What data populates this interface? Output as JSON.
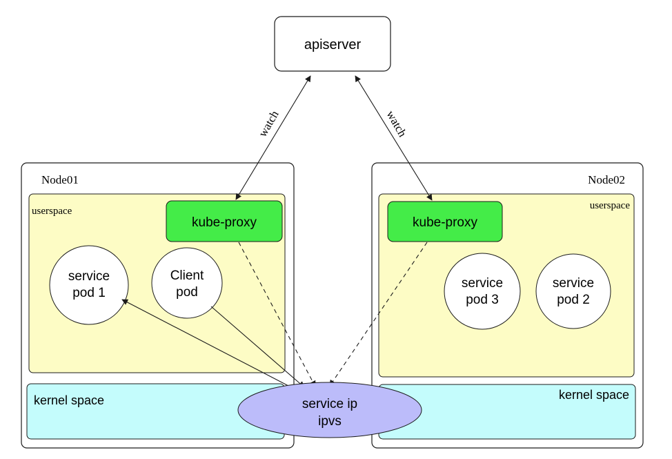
{
  "apiserver": {
    "label": "apiserver"
  },
  "watch_labels": {
    "left": "watch",
    "right": "watch"
  },
  "node01": {
    "title": "Node01",
    "userspace_label": "userspace",
    "kube_proxy_label": "kube-proxy",
    "pod1": {
      "line1": "service",
      "line2": "pod 1"
    },
    "client_pod": {
      "line1": "Client",
      "line2": "pod"
    },
    "kernel_label": "kernel space"
  },
  "node02": {
    "title": "Node02",
    "userspace_label": "userspace",
    "kube_proxy_label": "kube-proxy",
    "pod3": {
      "line1": "service",
      "line2": "pod 3"
    },
    "pod2": {
      "line1": "service",
      "line2": "pod 2"
    },
    "kernel_label": "kernel space"
  },
  "service_ip": {
    "line1": "service ip",
    "line2": "ipvs"
  },
  "colors": {
    "userspace_fill": "#fdfcc5",
    "kernel_fill": "#c4fcfc",
    "kube_proxy_fill": "#44ec48",
    "service_ip_fill": "#bcbcfa",
    "stroke": "#1a1a1a"
  }
}
